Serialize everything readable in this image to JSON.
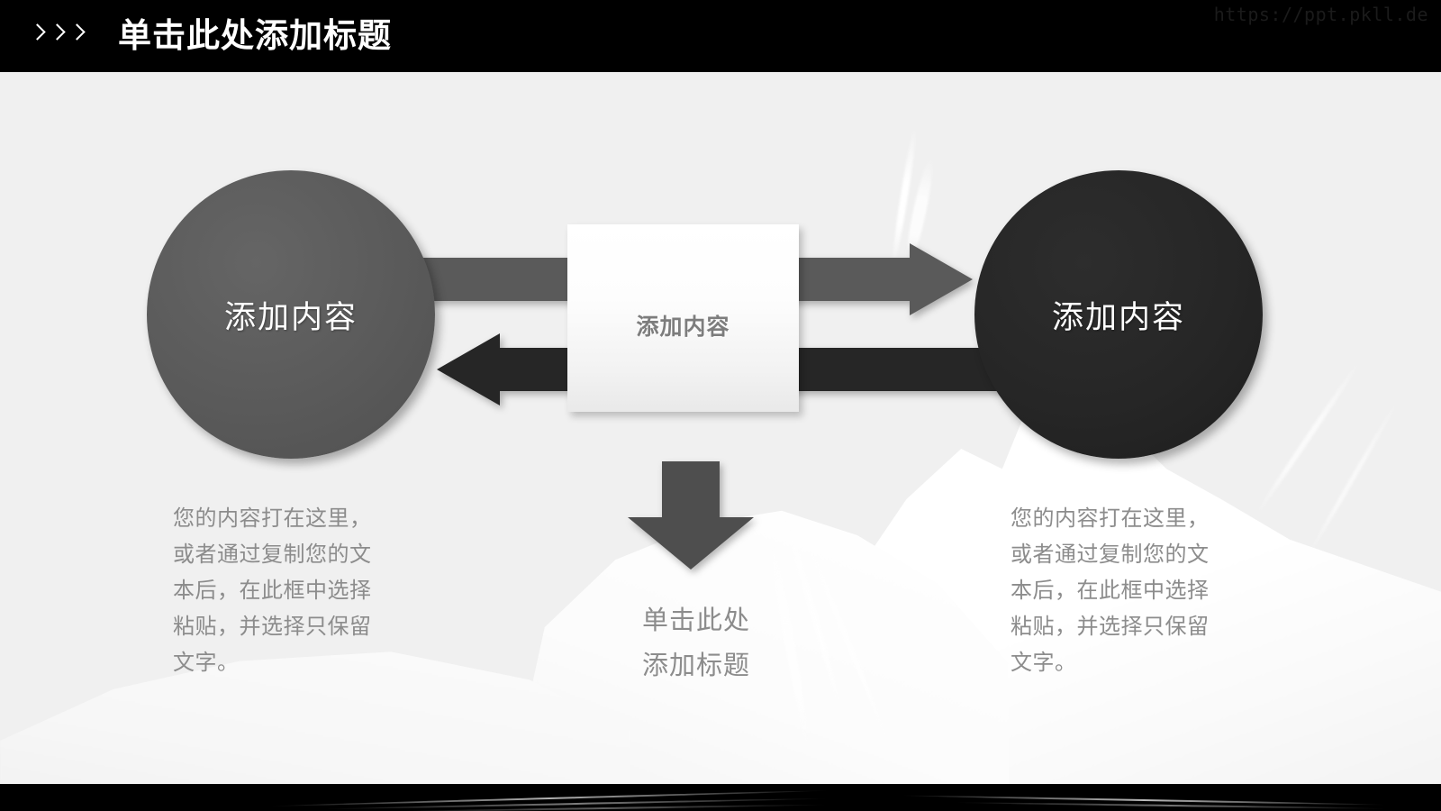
{
  "header": {
    "chevron_icon": "chevron-right-icon",
    "chevron_count": 3,
    "title": "单击此处添加标题",
    "watermark": "https://ppt.pkll.de",
    "bar_color": "#000000",
    "title_color": "#ffffff"
  },
  "slide": {
    "background_color": "#f0f0f0",
    "footer_band_color": "#000000"
  },
  "diagram": {
    "left_node": {
      "label": "添加内容",
      "fill": "#5a5a5a",
      "text_color": "#ffffff"
    },
    "right_node": {
      "label": "添加内容",
      "fill": "#262626",
      "text_color": "#ffffff"
    },
    "center_node": {
      "label": "添加内容",
      "fill": "#f7f7f7",
      "text_color": "#7d7d7d"
    },
    "arrows": [
      {
        "name": "arrow-left-to-right-top",
        "direction": "right",
        "color": "#5a5a5a"
      },
      {
        "name": "arrow-center-to-right",
        "direction": "right",
        "color": "#5a5a5a"
      },
      {
        "name": "arrow-right-to-left-bottom",
        "direction": "left",
        "color": "#262626"
      },
      {
        "name": "arrow-center-to-left",
        "direction": "left",
        "color": "#262626"
      },
      {
        "name": "arrow-center-down",
        "direction": "down",
        "color": "#4e4e4e"
      }
    ]
  },
  "body": {
    "left_text": "您的内容打在这里，或者通过复制您的文本后，在此框中选择粘贴，并选择只保留文字。",
    "right_text": "您的内容打在这里，或者通过复制您的文本后，在此框中选择粘贴，并选择只保留文字。",
    "text_color": "#8c8c8c"
  },
  "caption": {
    "line1": "单击此处",
    "line2": "添加标题",
    "color": "#8c8c8c"
  }
}
